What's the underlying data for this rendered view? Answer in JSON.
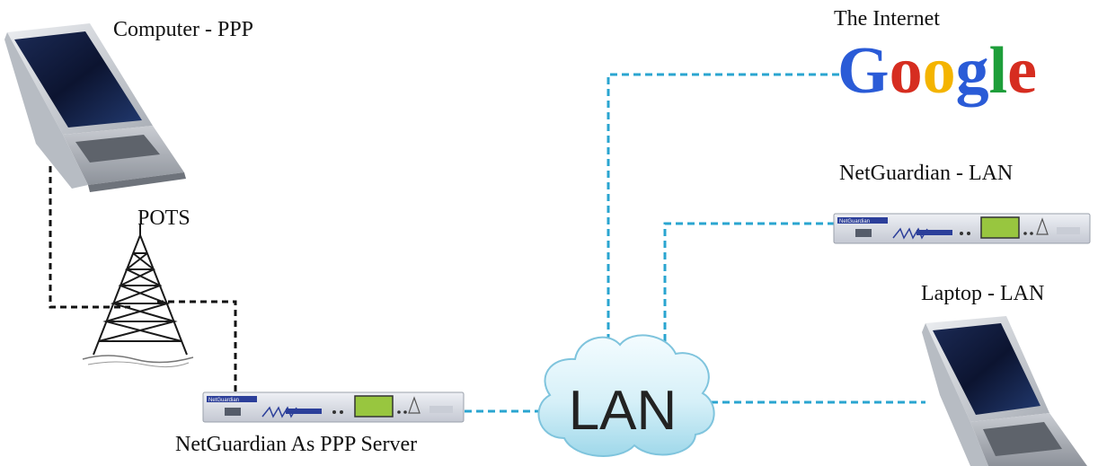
{
  "labels": {
    "computer_ppp": "Computer - PPP",
    "pots": "POTS",
    "ng_ppp_server": "NetGuardian As PPP Server",
    "internet": "The Internet",
    "ng_lan": "NetGuardian - LAN",
    "laptop_lan": "Laptop - LAN",
    "cloud": "LAN"
  },
  "google_logo": {
    "letters": [
      "G",
      "o",
      "o",
      "g",
      "l",
      "e"
    ],
    "colors": [
      "#2a5bd7",
      "#d62d20",
      "#f4b400",
      "#2a5bd7",
      "#1e9e3a",
      "#d62d20"
    ]
  },
  "colors": {
    "lan_line": "#2aa5d0",
    "pots_line": "#111111",
    "device_body": "#dfe2ea",
    "device_screen": "#98c63f",
    "device_brand": "#2c3f9a"
  },
  "device_brand_text": "NetGuardian"
}
